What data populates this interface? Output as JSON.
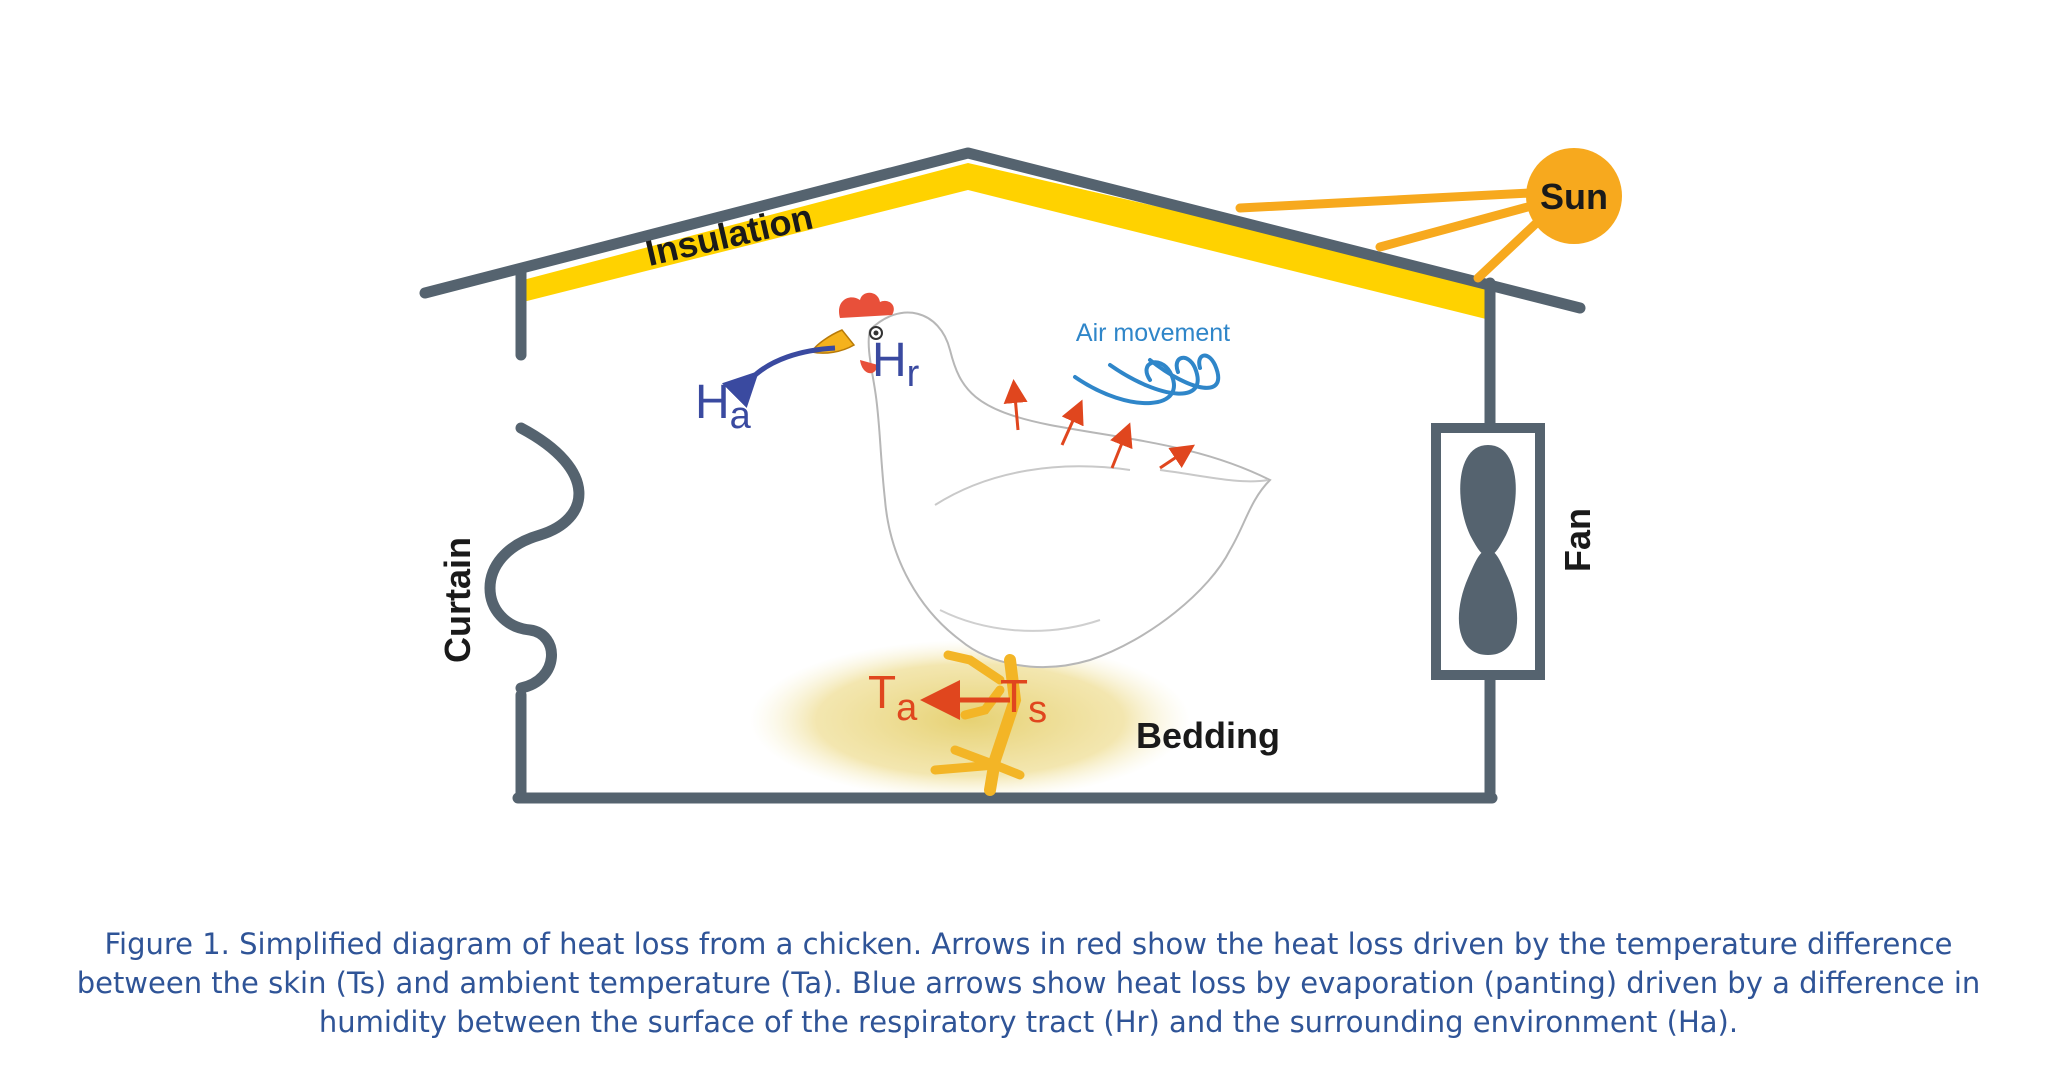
{
  "labels": {
    "insulation": "Insulation",
    "sun": "Sun",
    "air_movement": "Air movement",
    "curtain": "Curtain",
    "fan": "Fan",
    "bedding": "Bedding"
  },
  "symbols": {
    "ha": {
      "main": "H",
      "sub": "a"
    },
    "hr": {
      "main": "H",
      "sub": "r"
    },
    "ta": {
      "main": "T",
      "sub": "a"
    },
    "ts": {
      "main": "T",
      "sub": "s"
    }
  },
  "caption": "Figure 1. Simplified diagram of heat loss from a chicken. Arrows in red show the heat loss driven by the temperature difference between the skin (Ts) and ambient temperature (Ta). Blue arrows show heat loss by evaporation (panting) driven by a difference in humidity between the surface of the respiratory tract (Hr) and the surrounding environment (Ha).",
  "colors": {
    "wall": "#55636f",
    "insulation": "#ffd200",
    "sun": "#f7a91e",
    "heat_arrow": "#e0461e",
    "humidity_arrow": "#3a4aa0",
    "air": "#2f86c9",
    "caption": "#2f5497"
  },
  "icons": [
    "sun-icon",
    "fan-icon",
    "chicken-illustration",
    "air-movement-icon"
  ]
}
